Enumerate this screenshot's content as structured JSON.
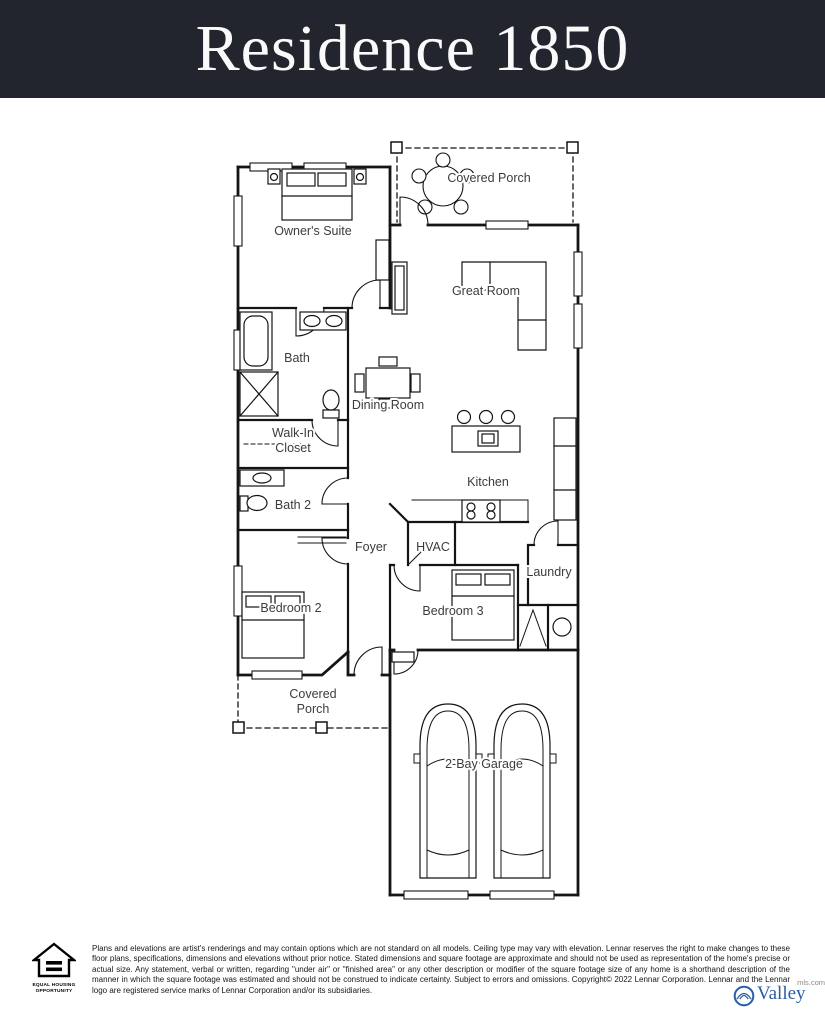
{
  "header": {
    "title": "Residence 1850"
  },
  "colors": {
    "header_bg": "#22242e",
    "wall": "#141414",
    "label": "#3c3c3c",
    "logo_blue": "#2a5ca8"
  },
  "floorplan": {
    "labels": {
      "covered_porch_top": "Covered Porch",
      "owners_suite": "Owner's Suite",
      "great_room": "Great Room",
      "bath": "Bath",
      "dining_room": "Dining Room",
      "walk_in_line1": "Walk-In",
      "walk_in_line2": "Closet",
      "kitchen": "Kitchen",
      "bath2": "Bath 2",
      "foyer": "Foyer",
      "hvac": "HVAC",
      "laundry": "Laundry",
      "bedroom2": "Bedroom 2",
      "bedroom3": "Bedroom 3",
      "covered_porch_bottom_line1": "Covered",
      "covered_porch_bottom_line2": "Porch",
      "garage": "2-Bay Garage"
    }
  },
  "footer": {
    "disclaimer": "Plans and elevations are artist's renderings and may contain options which are not standard on all models. Ceiling type may vary with elevation. Lennar reserves the right to make changes to these floor plans, specifications, dimensions and elevations without prior notice. Stated dimensions and square footage are approximate and should not be used as representation of the home's precise or actual size. Any statement, verbal or written, regarding \"under air\" or \"finished area\" or any other description or modifier of the square footage size of any home is a shorthand description of the manner in which the square footage was estimated and should not be construed to indicate certainty. Subject to errors and omissions. Copyright© 2022 Lennar Corporation. Lennar and the Lennar logo are registered service marks of Lennar Corporation and/or its subsidiaries.",
    "equal_housing": {
      "line1": "EQUAL HOUSING",
      "line2": "OPPORTUNITY"
    },
    "valley": {
      "name": "Valley",
      "suffix": "mls.com"
    }
  }
}
